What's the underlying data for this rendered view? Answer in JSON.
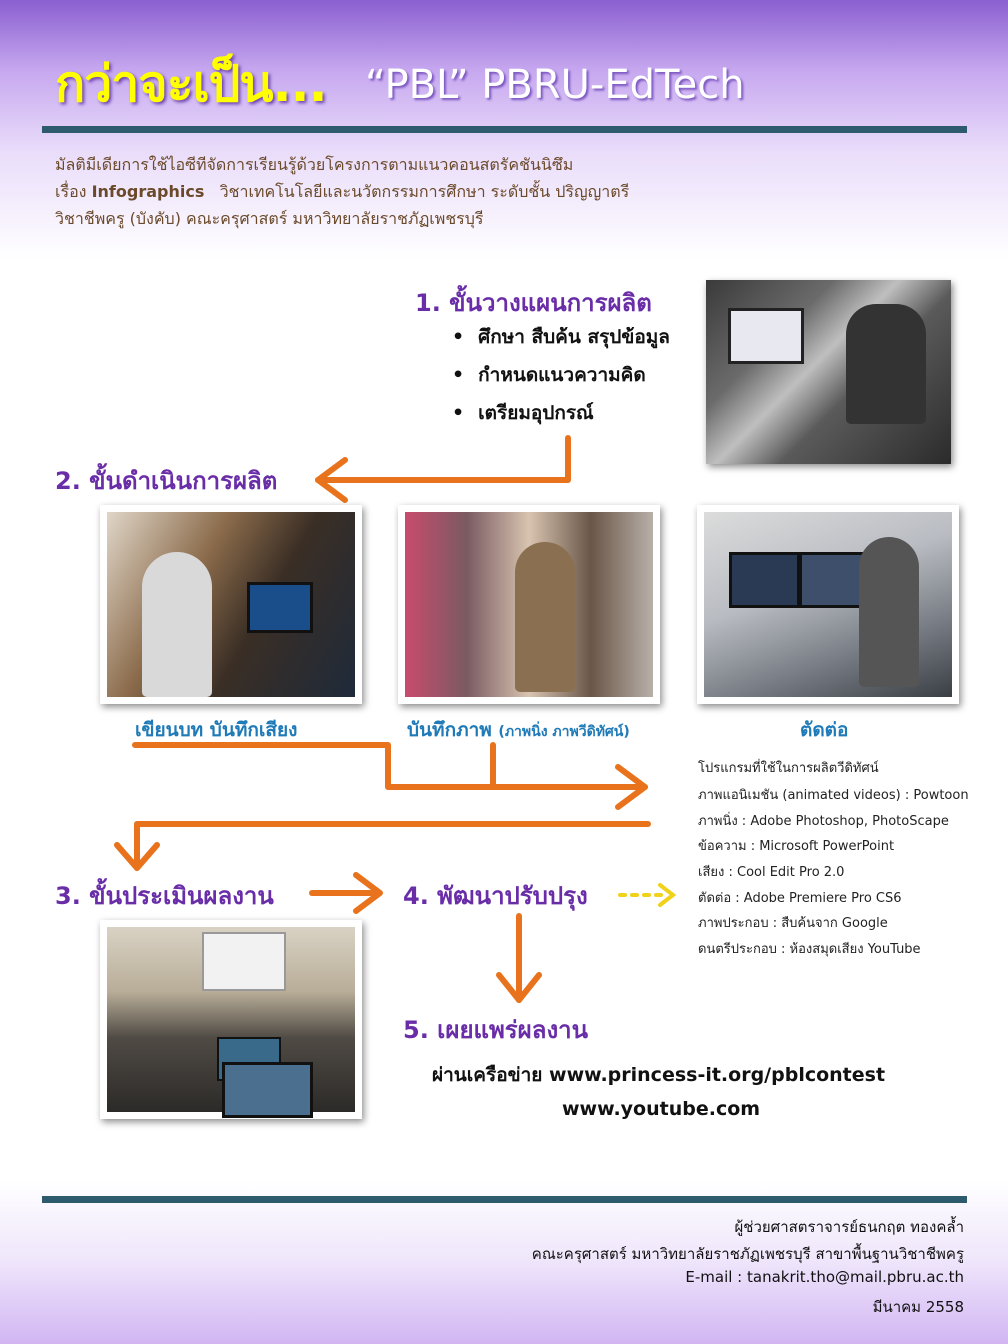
{
  "header": {
    "title_main": "กว่าจะเป็น...",
    "title_sub": "“PBL” PBRU-EdTech"
  },
  "intro": {
    "line1": "มัลติมีเดียการใช้ไอซีทีจัดการเรียนรู้ด้วยโครงการตามแนวคอนสตรัคชันนิซึม",
    "line2_prefix": "เรื่อง",
    "line2_bold": "Infographics",
    "line2_rest": "วิชาเทคโนโลยีและนวัตกรรมการศึกษา ระดับชั้น ปริญญาตรี",
    "line3": "วิชาชีพครู (บังคับ)  คณะครุศาสตร์  มหาวิทยาลัยราชภัฏเพชรบุรี"
  },
  "steps": {
    "s1": "1. ขั้นวางแผนการผลิต",
    "s1_items": [
      "ศึกษา สืบค้น สรุปข้อมูล",
      "กำหนดแนวความคิด",
      "เตรียมอุปกรณ์"
    ],
    "s2": "2. ขั้นดำเนินการผลิต",
    "s3": "3. ขั้นประเมินผลงาน",
    "s4": "4. พัฒนาปรับปรุง",
    "s5": "5. เผยแพร่ผลงาน"
  },
  "captions": {
    "c1": "เขียนบท  บันทึกเสียง",
    "c2": "บันทึกภาพ",
    "c2_small": "(ภาพนิ่ง ภาพวีดิทัศน์)",
    "c3": "ตัดต่อ"
  },
  "software": {
    "title": "โปรแกรมที่ใช้ในการผลิตวีดิทัศน์",
    "items": [
      "ภาพแอนิเมชัน (animated videos) :  Powtoon",
      "ภาพนิ่ง : Adobe Photoshop, PhotoScape",
      "ข้อความ : Microsoft PowerPoint",
      "เสียง : Cool Edit Pro 2.0",
      "ตัดต่อ : Adobe Premiere Pro CS6",
      "ภาพประกอบ : สืบค้นจาก Google",
      "ดนตรีประกอบ : ห้องสมุดเสียง YouTube"
    ]
  },
  "publish": {
    "line1": "ผ่านเครือข่าย  www.princess-it.org/pblcontest",
    "line2": "www.youtube.com"
  },
  "footer": {
    "name": "ผู้ช่วยศาสตราจารย์ธนกฤต ทองคล้ำ",
    "org": "คณะครุศาสตร์ มหาวิทยาลัยราชภัฏเพชรบุรี สาขาพื้นฐานวิชาชีพครู",
    "email": "E-mail : tanakrit.tho@mail.pbru.ac.th",
    "date": "มีนาคม 2558"
  },
  "colors": {
    "arrow": "#e8731c",
    "dotted_arrow": "#f0d21a",
    "step_text": "#6a2da8",
    "caption_text": "#1f7ab8",
    "rule": "#2e5a6e"
  }
}
